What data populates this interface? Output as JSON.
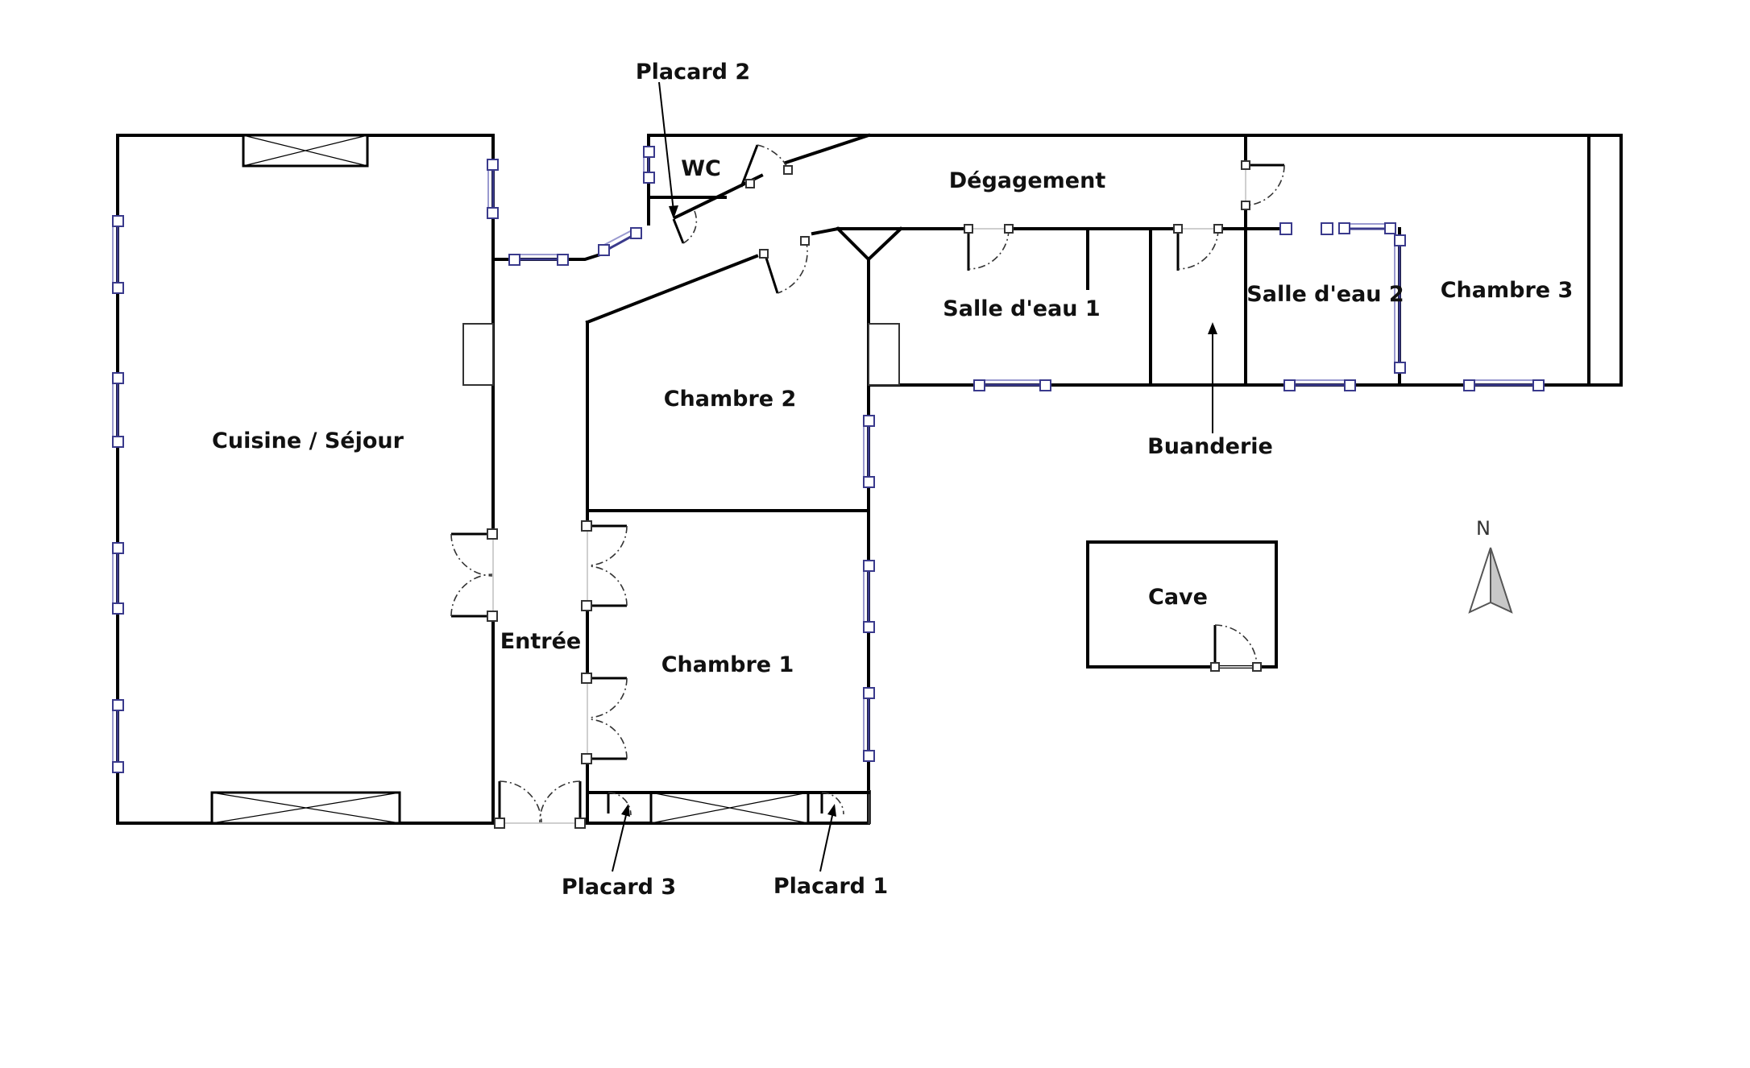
{
  "rooms": {
    "cuisine_sejour": "Cuisine / Séjour",
    "entree": "Entrée",
    "chambre_1": "Chambre 1",
    "chambre_2": "Chambre 2",
    "chambre_3": "Chambre 3",
    "wc": "WC",
    "degagement": "Dégagement",
    "salle_eau_1": "Salle d'eau 1",
    "salle_eau_2": "Salle d'eau 2",
    "buanderie": "Buanderie",
    "cave": "Cave",
    "placard_1": "Placard 1",
    "placard_2": "Placard 2",
    "placard_3": "Placard 3"
  },
  "compass": {
    "label": "N"
  },
  "colors": {
    "wall": "#000000",
    "window": "#3a3a8c",
    "background": "#ffffff"
  }
}
